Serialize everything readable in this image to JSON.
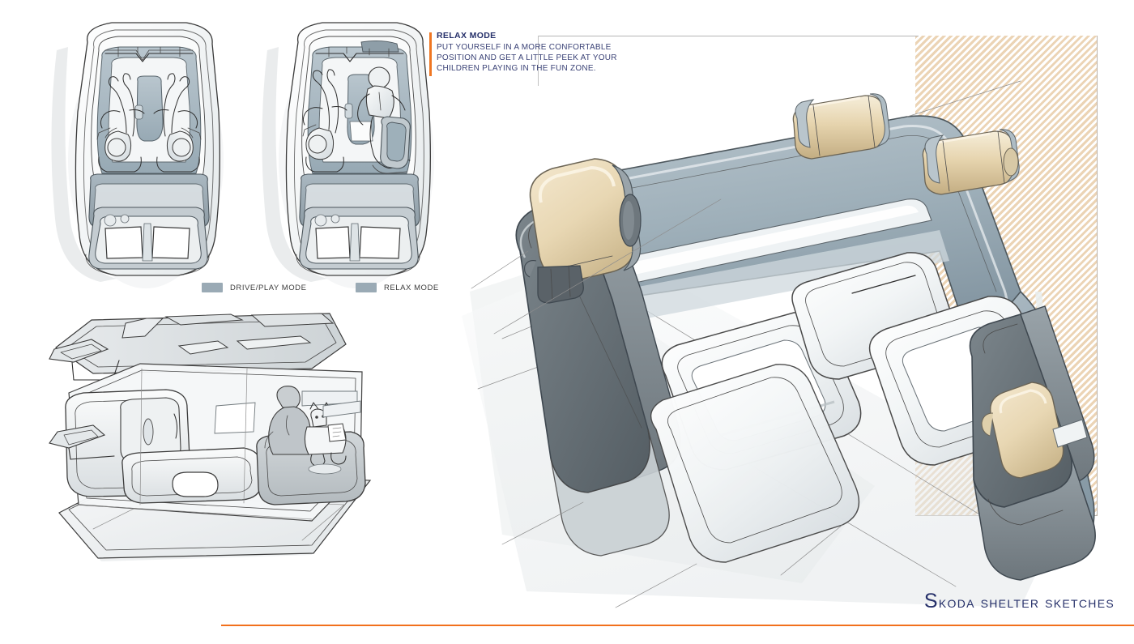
{
  "board": {
    "title": "SKODA SHELTER SKETCHES",
    "title_lead": "S",
    "title_rest": "koda shelter sketches",
    "accent_orange": "#f2701c",
    "text_navy": "#26306a",
    "hatch_beige": "#e8cca8",
    "swatch_blue_grey": "#9aaab5"
  },
  "callout": {
    "heading": "RELAX MODE",
    "body": "PUT YOURSELF IN A MORE CONFORTABLE POSITION AND GET A LITTLE PEEK AT YOUR CHILDREN PLAYING IN THE FUN ZONE.",
    "line1": "PUT YOURSELF IN A MORE CONFORTABLE",
    "line2": "POSITION AND GET A LITTLE PEEK AT YOUR",
    "line3": "CHILDREN PLAYING IN THE FUN ZONE."
  },
  "legend": {
    "items": [
      {
        "label": "DRIVE/PLAY MODE",
        "color": "#9aaab5"
      },
      {
        "label": "RELAX MODE",
        "color": "#9aaab5"
      }
    ]
  },
  "sketches": [
    {
      "name": "overhead-drive-play-mode",
      "caption": "DRIVE/PLAY MODE",
      "view": "top-down cabin with two occupants facing forward"
    },
    {
      "name": "overhead-relax-mode",
      "caption": "RELAX MODE",
      "view": "top-down cabin with reclined occupant and rotated seat"
    },
    {
      "name": "interior-perspective-fun-zone",
      "caption": "",
      "view": "three-quarter cutaway of rear lounge with child and toy"
    },
    {
      "name": "main-lounge-render",
      "caption": "",
      "view": "large rendered lounge interior with tan headrest and bolsters"
    }
  ],
  "palette": {
    "sketch_line": "#2e2e2e",
    "sketch_fill_light": "#f2f4f5",
    "sketch_fill_mid": "#c9d2d8",
    "sketch_fill_blue": "#9fb2bd",
    "sketch_fill_dark": "#6e7a80",
    "tan_cushion": "#e6d4b0",
    "tan_cushion_hi": "#f2e7cd"
  }
}
